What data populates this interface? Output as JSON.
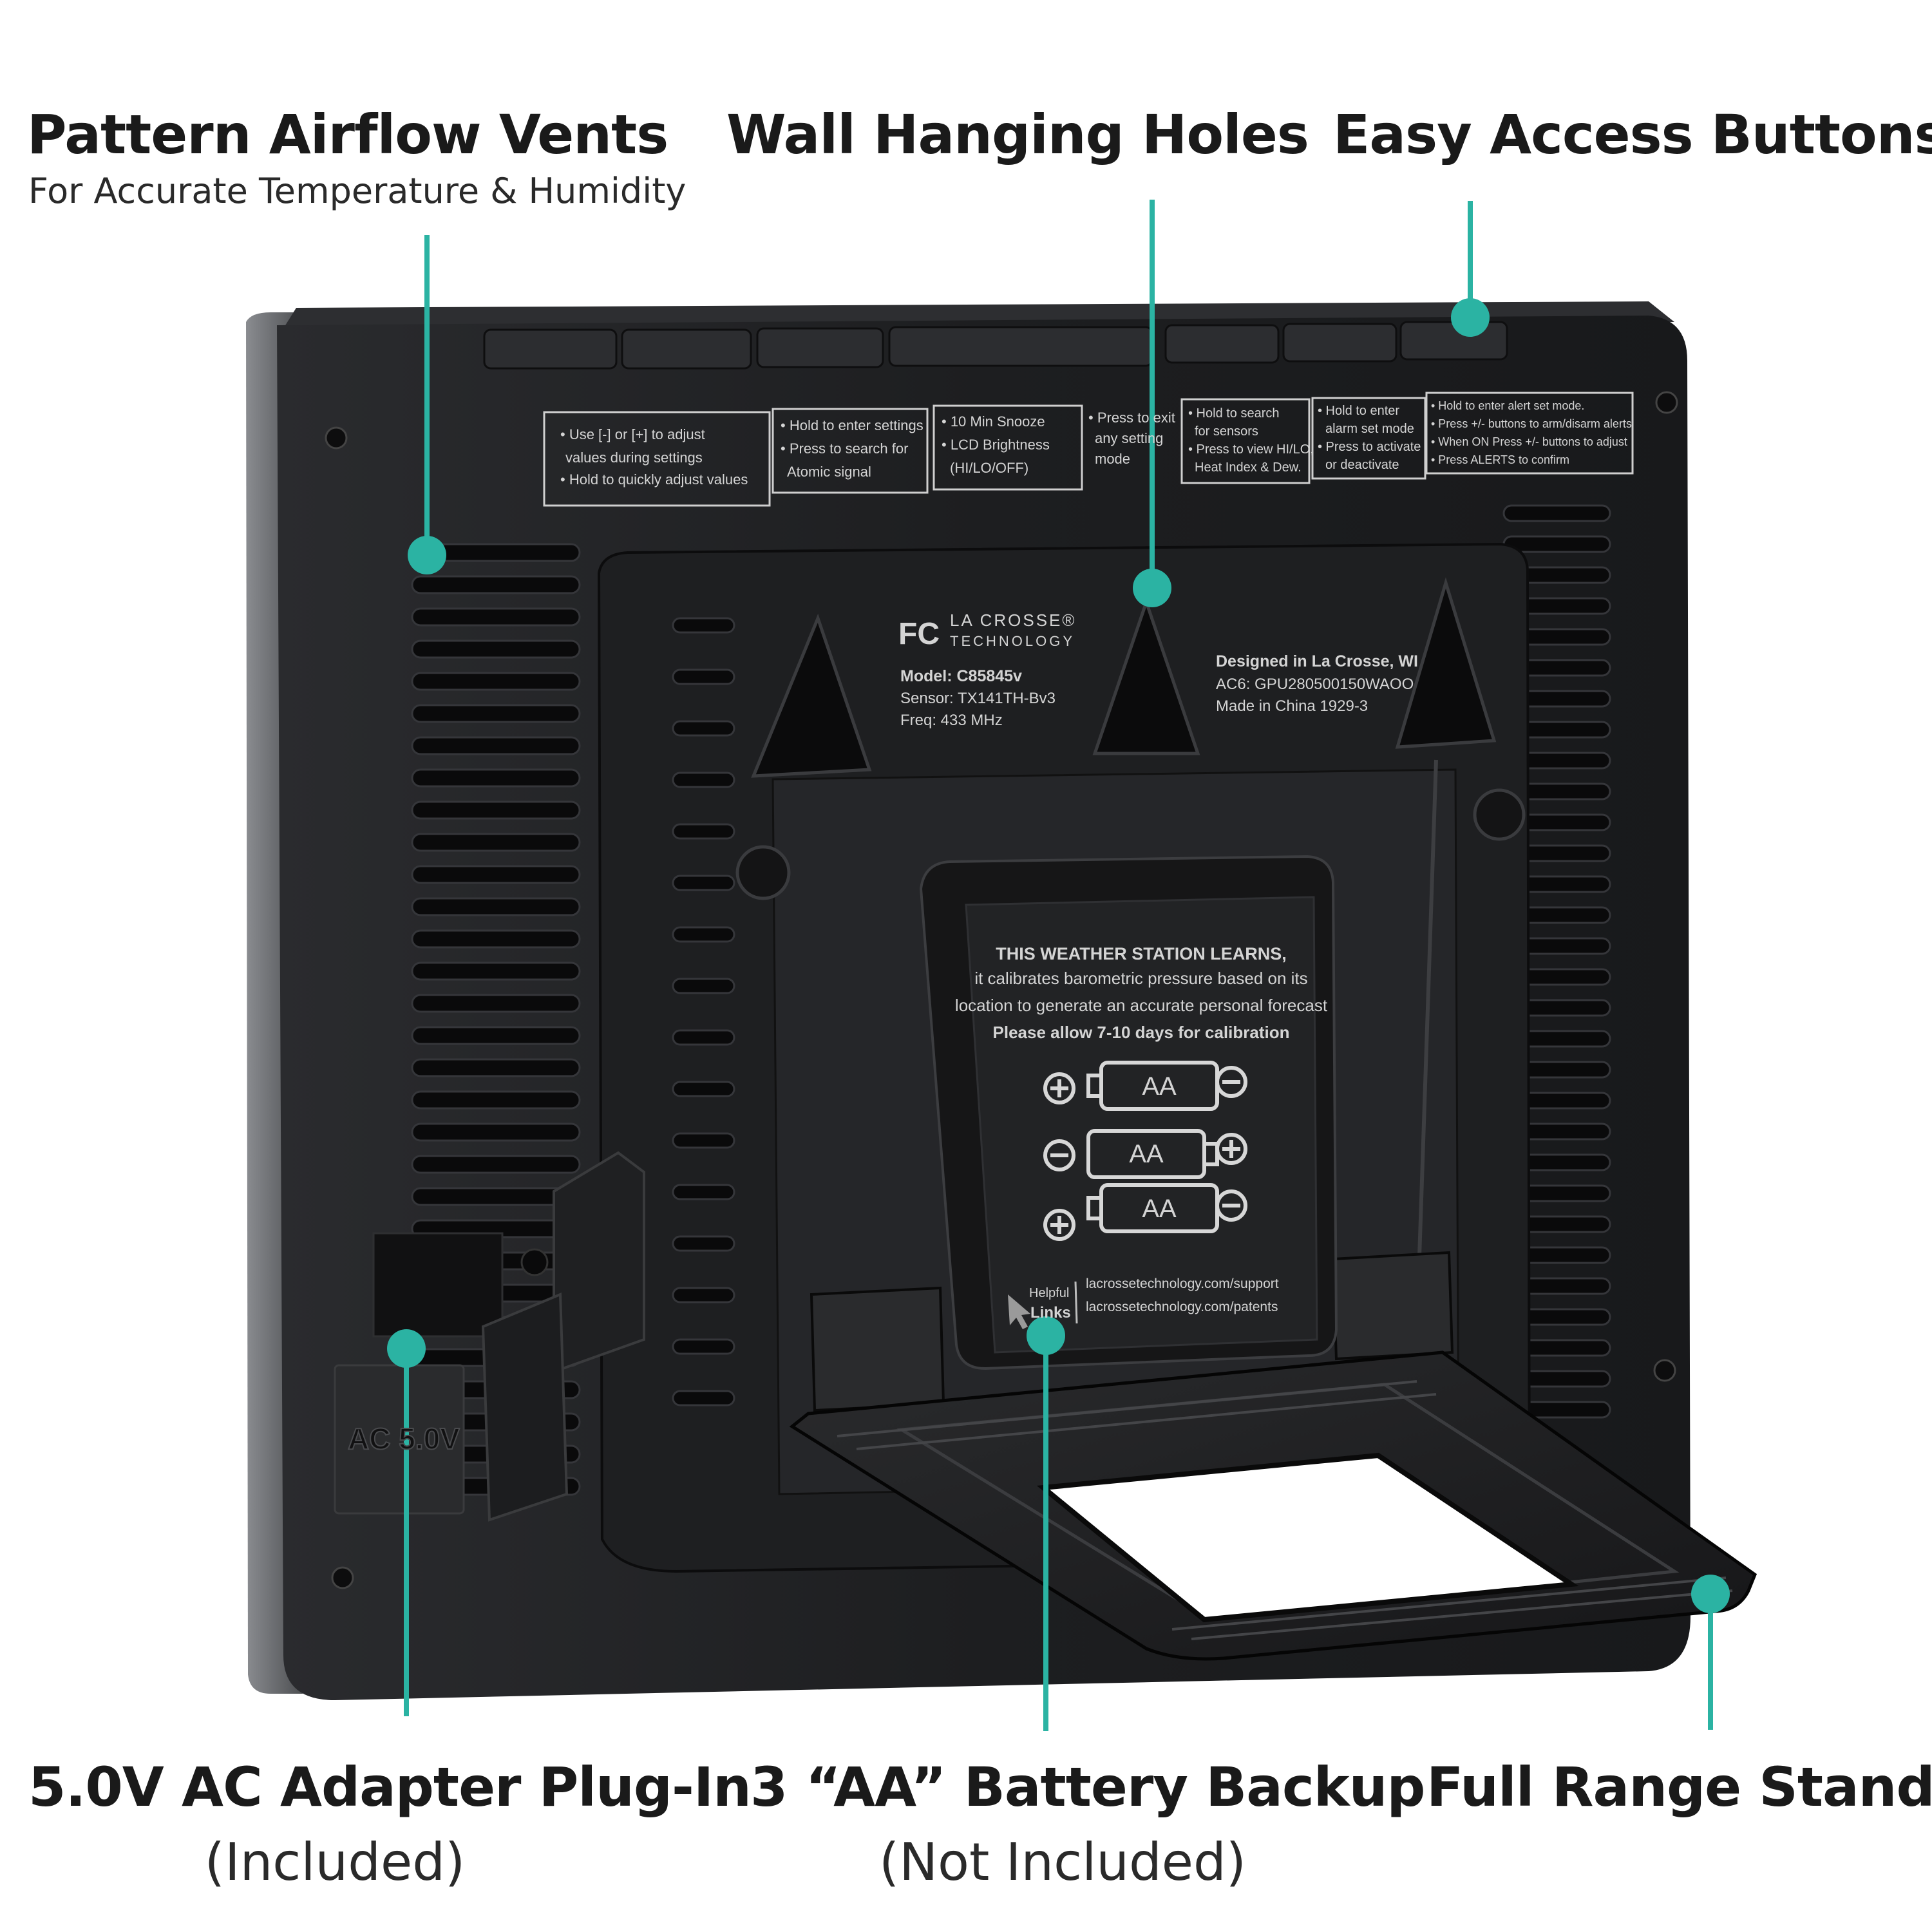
{
  "colors": {
    "accent": "#2bb3a3",
    "device": "#1c1c1e",
    "device_edge": "#6b6d70",
    "print": "#d9d9d9",
    "background": "#ffffff"
  },
  "callouts": {
    "vents": {
      "title": "Pattern Airflow Vents",
      "subtitle": "For Accurate Temperature & Humidity"
    },
    "holes": {
      "title": "Wall Hanging Holes"
    },
    "buttons": {
      "title": "Easy Access Buttons"
    },
    "adapter": {
      "title": "5.0V AC Adapter Plug-In",
      "subtitle": "(Included)"
    },
    "battery": {
      "title": "3 “AA” Battery Backup",
      "subtitle": "(Not Included)"
    },
    "stand": {
      "title": "Full Range Stand"
    }
  },
  "device": {
    "button_hints": {
      "box1": [
        "• Use [-] or [+] to adjust",
        "values during settings",
        "• Hold to quickly adjust values"
      ],
      "box2": [
        "• Hold to enter settings",
        "• Press to search for",
        "Atomic signal"
      ],
      "box3": [
        "• 10 Min Snooze",
        "• LCD Brightness",
        "(HI/LO/OFF)"
      ],
      "box4": [
        "• Press to exit",
        "any setting",
        "mode"
      ],
      "box5": [
        "• Hold to search",
        "for sensors",
        "• Press to view HI/LO,",
        "Heat Index & Dew."
      ],
      "box6": [
        "• Hold to enter",
        "alarm set mode",
        "• Press to activate",
        "or deactivate"
      ],
      "box7": [
        "• Hold to enter alert set mode.",
        "• Press +/- buttons to arm/disarm alerts",
        "• When ON Press +/- buttons to adjust",
        "• Press ALERTS to confirm"
      ]
    },
    "label_left": {
      "brand_top": "LA CROSSE®",
      "brand_bottom": "TECHNOLOGY",
      "fcc": "FC",
      "model": "Model: C85845v",
      "sensor": "Sensor: TX141TH-Bv3",
      "freq": "Freq: 433 MHz"
    },
    "label_right": {
      "designed": "Designed in La Crosse, WI",
      "ac": "AC6: GPU280500150WAOO",
      "made": "Made in China 1929-3"
    },
    "battery_cover": {
      "line1": "THIS WEATHER STATION LEARNS,",
      "line2": "it calibrates barometric pressure based on its",
      "line3": "location to generate an accurate personal forecast",
      "line4": "Please allow 7-10 days for calibration",
      "battery_label": "AA",
      "helpful_top": "Helpful",
      "helpful_bottom": "Links",
      "support_url": "lacrossetechnology.com/support",
      "patents_url": "lacrossetechnology.com/patents"
    },
    "adapter_jack_label": "AC 5.0V"
  }
}
